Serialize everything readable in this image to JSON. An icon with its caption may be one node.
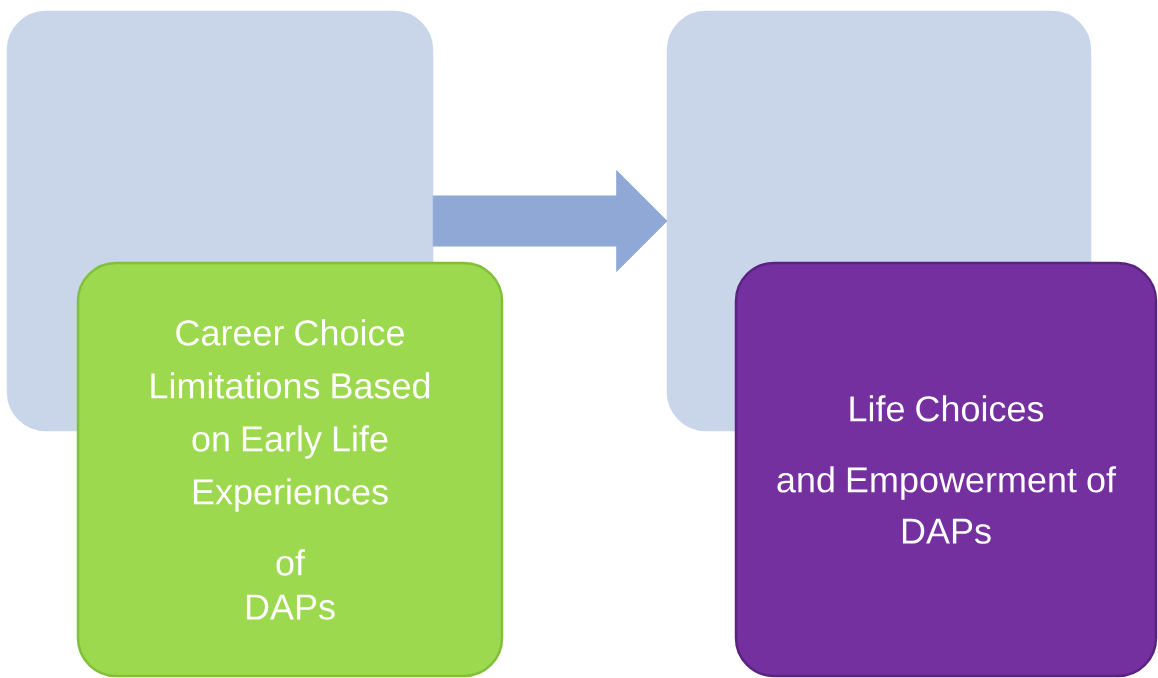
{
  "diagram": {
    "nodes": [
      {
        "text": [],
        "shape": "box"
      },
      {
        "text": [
          "Career Choice Limitations Based on Early Life Experiences",
          "of",
          "DAPs"
        ]
      },
      {
        "text": [],
        "shape": "box"
      },
      {
        "text": [
          "Life Choices",
          "and Empowerment of",
          "DAPs"
        ]
      }
    ],
    "edges": [
      {
        "from": 0,
        "to": 2,
        "arrow": "to"
      }
    ]
  }
}
